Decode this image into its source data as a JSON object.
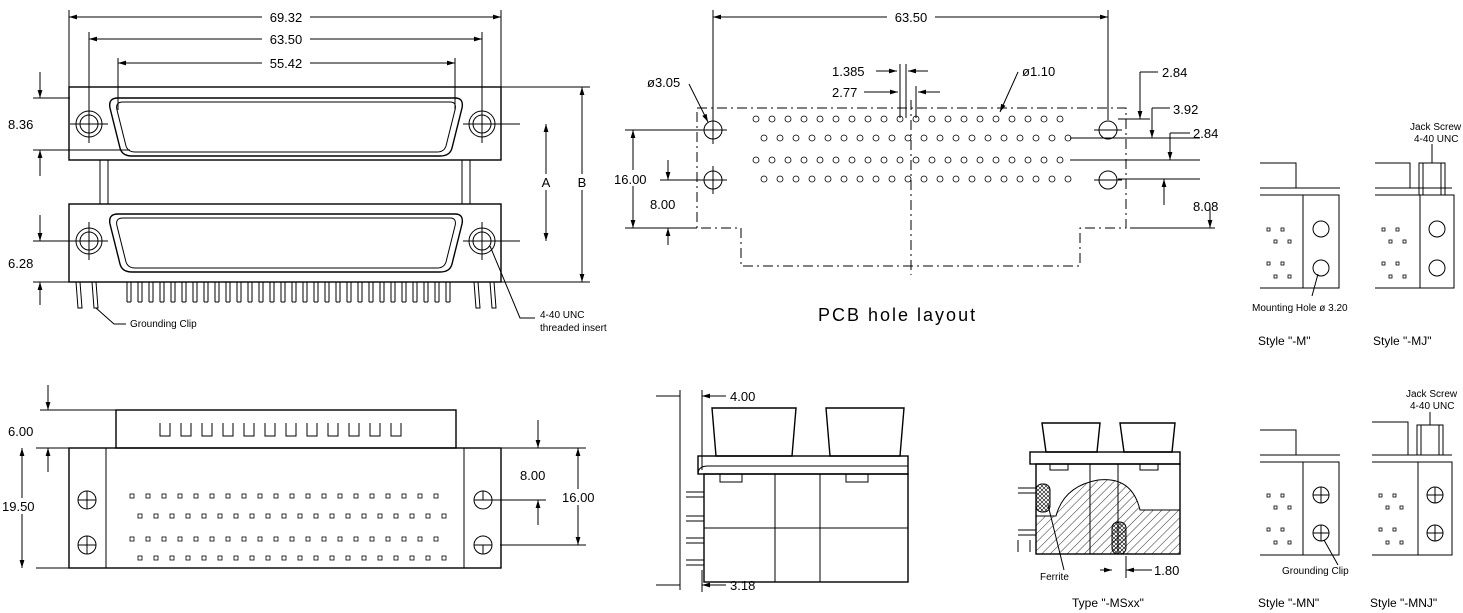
{
  "top_front": {
    "dim_overall": "69.32",
    "dim_mount": "63.50",
    "dim_shell": "55.42",
    "dim_upper": "8.36",
    "dim_lower": "6.28",
    "label_a": "A",
    "label_b": "B",
    "grounding_clip": "Grounding Clip",
    "insert_line1": "4-40 UNC",
    "insert_line2": "threaded insert"
  },
  "pcb": {
    "dim_width": "63.50",
    "dim_hole_large": "ø3.05",
    "dim_pitch_half": "1.385",
    "dim_pitch": "2.77",
    "dim_hole_small": "ø1.10",
    "dim_right_top": "2.84",
    "dim_right_row": "3.92",
    "dim_right_mid": "2.84",
    "dim_right_low": "8.08",
    "dim_left_16": "16.00",
    "dim_left_8": "8.00",
    "title": "PCB hole layout"
  },
  "styles": {
    "m_label": "Style \"-M\"",
    "mj_label": "Style \"-MJ\"",
    "mn_label": "Style \"-MN\"",
    "mnj_label": "Style \"-MNJ\"",
    "jack_line1": "Jack Screw",
    "jack_line2": "4-40 UNC",
    "mounting_hole": "Mounting Hole ø 3.20",
    "grounding_clip": "Grounding Clip"
  },
  "bottom_front": {
    "dim_top": "6.00",
    "dim_height": "19.50",
    "dim_8": "8.00",
    "dim_16": "16.00"
  },
  "side": {
    "dim_top": "4.00",
    "dim_bottom": "3.18"
  },
  "msxx": {
    "ferrite": "Ferrite",
    "dim": "1.80",
    "type_label": "Type \"-MSxx\""
  }
}
